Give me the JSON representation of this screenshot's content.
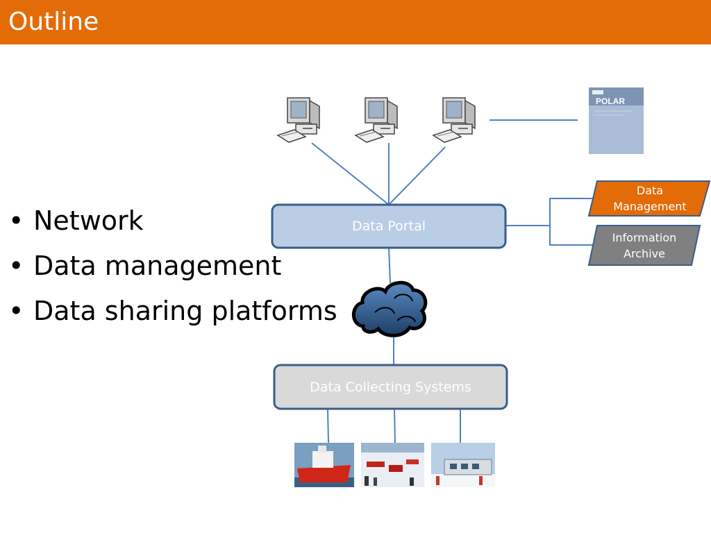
{
  "slide": {
    "title": "Outline",
    "bullets": [
      "Network",
      "Data management",
      "Data sharing platforms"
    ]
  },
  "diagram": {
    "portal_label": "Data Portal",
    "collecting_label": "Data Collecting Systems",
    "data_management_label": "Data\nManagement",
    "information_archive_label": "Information\nArchive",
    "journal_cover_text": "POLAR",
    "photos": [
      "icebreaker-ship-photo",
      "antarctic-station-photo",
      "research-base-photo"
    ],
    "cloud_icon": "cloud-icon",
    "computer_icon": "computer-icon"
  },
  "colors": {
    "title_bar": "#e36c09",
    "portal_fill": "#b9cde5",
    "collecting_fill": "#d9d9d9",
    "box_border": "#385d8a",
    "connector": "#4f81bd",
    "data_management_fill": "#e36c09",
    "information_archive_fill": "#808080"
  }
}
